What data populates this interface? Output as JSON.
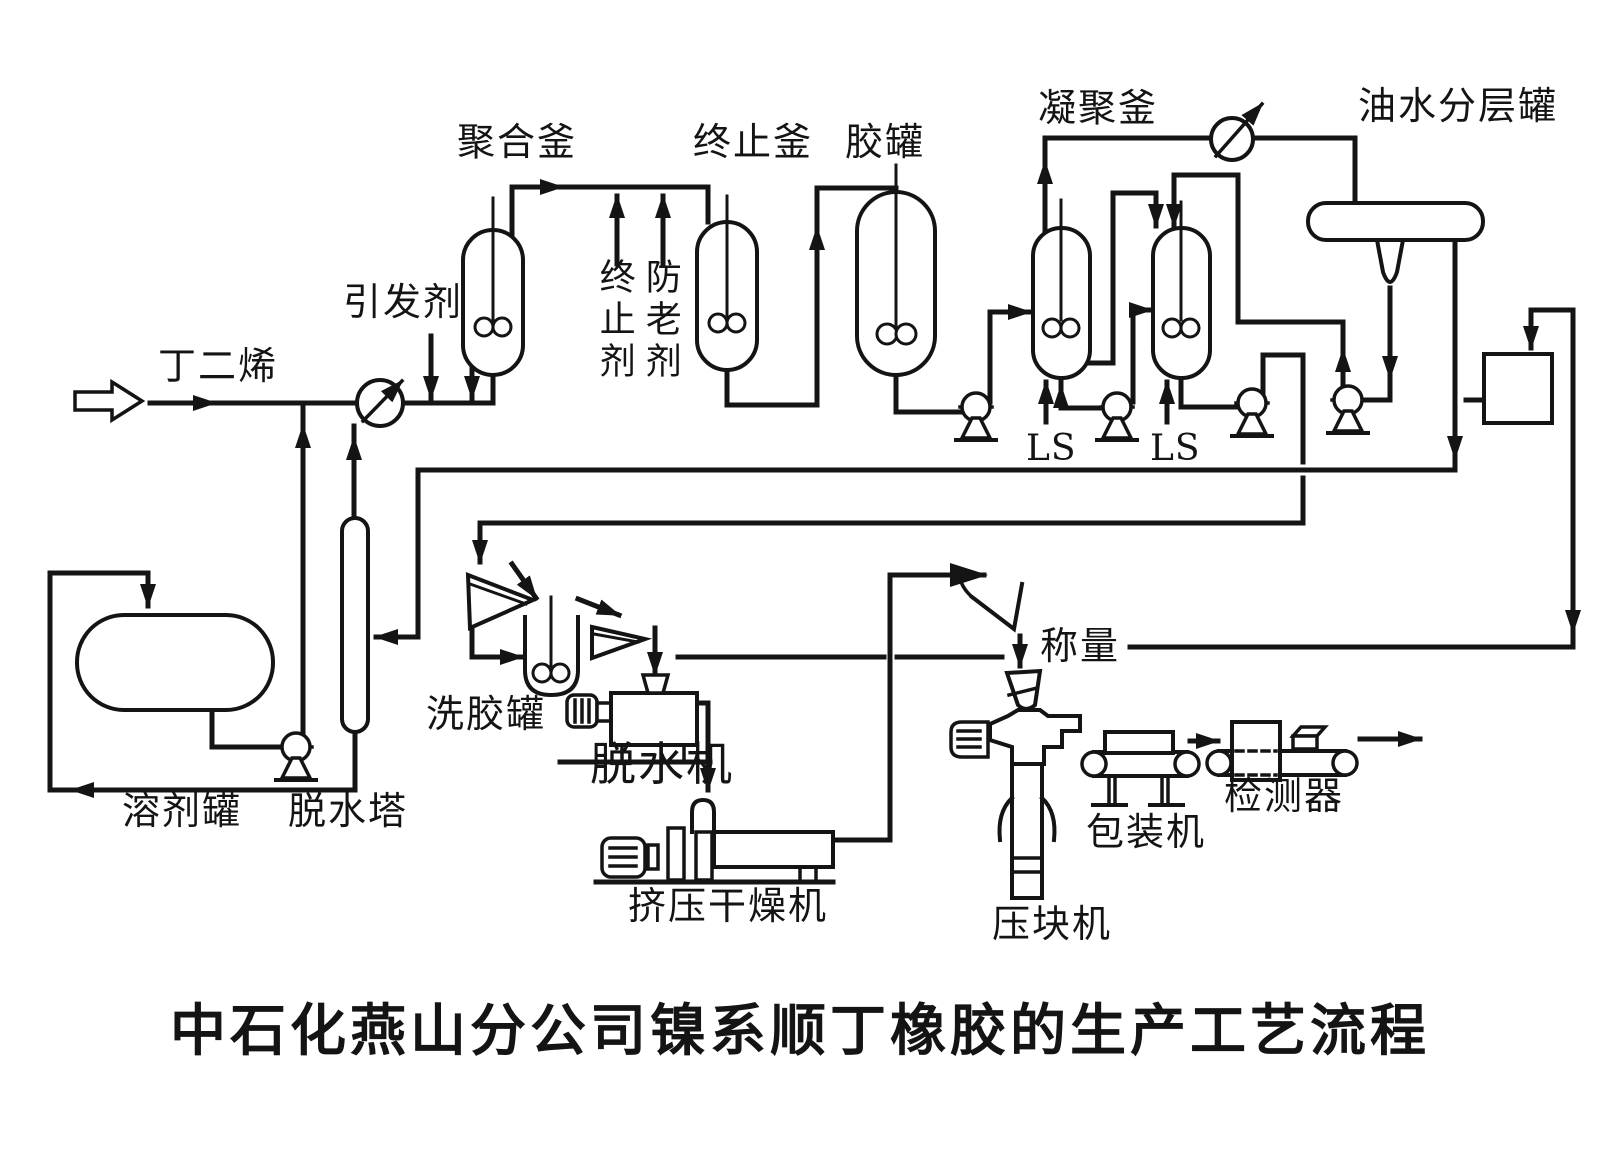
{
  "title": "中石化燕山分公司镍系顺丁橡胶的生产工艺流程",
  "colors": {
    "ink": "#141414",
    "paper": "#ffffff"
  },
  "streams": {
    "feed": "丁二烯",
    "initiator": "引发剂",
    "terminator": "终止剂",
    "antiaging_agent": "防老剂",
    "steam_1": "LS",
    "steam_2": "LS",
    "weighing": "称量"
  },
  "equipment": {
    "polymerization_kettle": "聚合釜",
    "termination_kettle": "终止釜",
    "glue_tank": "胶罐",
    "coagulation_kettle": "凝聚釜",
    "oil_water_separator": "油水分层罐",
    "solvent_tank": "溶剂罐",
    "dehydration_tower": "脱水塔",
    "glue_washing_tank": "洗胶罐",
    "dewatering_machine": "脱水机",
    "extrusion_dryer": "挤压干燥机",
    "briquetting_machine": "压块机",
    "packaging_machine": "包装机",
    "detector": "检测器"
  }
}
